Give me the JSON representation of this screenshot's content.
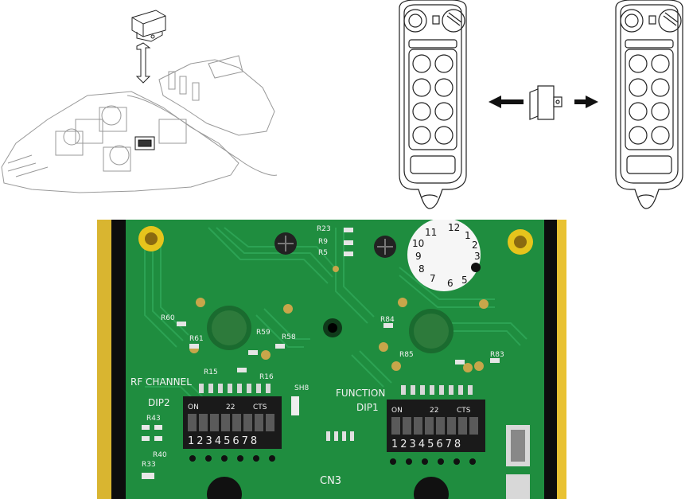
{
  "pcb": {
    "rf_channel_label": "RF CHANNEL",
    "dip2_label": "DIP2",
    "function_label": "FUNCTION",
    "dip1_label": "DIP1",
    "dip_on": "ON",
    "dip_mid": "22",
    "dip_cts": "CTS",
    "dip_numbers": "12345678",
    "sh8": "SH8",
    "cn3": "CN3",
    "components": {
      "r23": "R23",
      "r9": "R9",
      "r5": "R5",
      "r60": "R60",
      "r61": "R61",
      "r59": "R59",
      "r58": "R58",
      "r15": "R15",
      "r16": "R16",
      "r43": "R43",
      "r40": "R40",
      "r33": "R33",
      "r85": "R85",
      "r84": "R84",
      "r83": "R83"
    },
    "dial": [
      "12",
      "1",
      "2",
      "3",
      "5",
      "6",
      "7",
      "8",
      "9",
      "10",
      "11"
    ]
  },
  "colors": {
    "pcb_green": "#1e8a3c",
    "housing_black": "#111111",
    "housing_yellow": "#f0c020",
    "silk_white": "#f2f2f2"
  }
}
